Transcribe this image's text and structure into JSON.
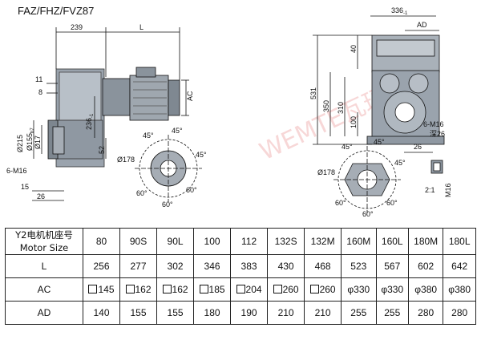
{
  "title": "FAZ/FHZ/FVZ87",
  "watermark": "WEMTE瓦玛特",
  "labels": {
    "d239": "239",
    "dL": "L",
    "d336": "336",
    "d336sub": "-1",
    "dAD": "AD",
    "dAC": "AC",
    "d11": "11",
    "d8": "8",
    "d215": "Ø215",
    "d155": "Ø155",
    "d155sub": "h7",
    "d17": "Ø17",
    "d236": "236",
    "d236sub": "-1",
    "d52": "52",
    "d6m16": "6-M16",
    "d15": "15",
    "d26": "26",
    "a45a": "45°",
    "a45b": "45°",
    "a45c": "45°",
    "d178a": "Ø178",
    "a60a": "60°",
    "a60b": "60°",
    "a60c": "60°",
    "d40": "40",
    "d531": "531",
    "d350": "350",
    "d310": "310",
    "d100": "100",
    "d6m16r": "6-M16",
    "deep26": "深26",
    "a45d": "45°",
    "a45e": "45°",
    "a45f": "45°",
    "d178b": "Ø178",
    "a60d": "60°",
    "a60e": "60°",
    "a60f": "60°",
    "d26b": "26",
    "ratio": "2:1",
    "m16": "M16"
  },
  "table": {
    "header_cn": "Y2电机机座号",
    "header_en": "Motor Size",
    "sizes": [
      "80",
      "90S",
      "90L",
      "100",
      "112",
      "132S",
      "132M",
      "160M",
      "160L",
      "180M",
      "180L"
    ],
    "rows": [
      {
        "label": "L",
        "values": [
          "256",
          "277",
          "302",
          "346",
          "383",
          "430",
          "468",
          "523",
          "567",
          "602",
          "642"
        ]
      },
      {
        "label": "AC",
        "values": [
          "145",
          "162",
          "162",
          "185",
          "204",
          "260",
          "260",
          "φ330",
          "φ330",
          "φ380",
          "φ380"
        ],
        "square": [
          true,
          true,
          true,
          true,
          true,
          true,
          true,
          false,
          false,
          false,
          false
        ]
      },
      {
        "label": "AD",
        "values": [
          "140",
          "155",
          "155",
          "180",
          "190",
          "210",
          "210",
          "255",
          "255",
          "280",
          "280"
        ]
      }
    ]
  }
}
